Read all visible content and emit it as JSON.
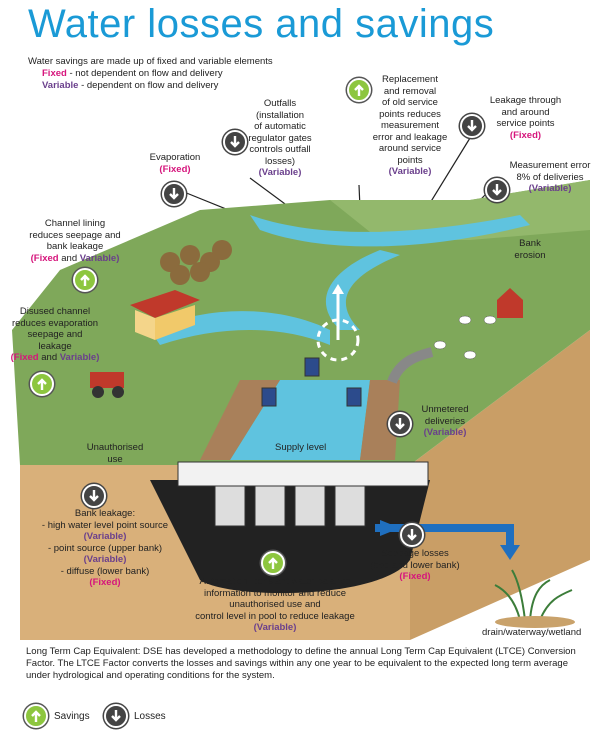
{
  "title": "Water losses and savings",
  "intro": {
    "line1": "Water savings are made up of fixed and variable elements",
    "fixed_word": "Fixed",
    "fixed_desc": " - not dependent on flow and delivery",
    "variable_word": "Variable",
    "variable_desc": " - dependent on flow and delivery"
  },
  "labels": {
    "evaporation": {
      "line1": "Evaporation",
      "tag": "(Fixed)"
    },
    "outfalls": {
      "lines": [
        "Outfalls",
        "(installation",
        "of automatic",
        "regulator gates",
        "controls outfall",
        "losses)"
      ],
      "tag": "(Variable)"
    },
    "replacement": {
      "lines": [
        "Replacement",
        "and removal",
        "of old service",
        "points reduces",
        "measurement",
        "error and leakage",
        "around service",
        "points"
      ],
      "tag": "(Variable)"
    },
    "leakage_through": {
      "lines": [
        "Leakage through",
        "and around",
        "service points"
      ],
      "tag": "(Fixed)"
    },
    "measurement_error": {
      "lines": [
        "Measurement error",
        "8% of deliveries"
      ],
      "tag": "(Variable)"
    },
    "channel_lining": {
      "lines": [
        "Channel lining",
        "reduces seepage and",
        "bank leakage"
      ],
      "tag_fixed": "(Fixed",
      "tag_and": " and ",
      "tag_variable": "Variable)"
    },
    "bank_erosion": {
      "lines": [
        "Bank",
        "erosion"
      ]
    },
    "disused_channel": {
      "lines": [
        "Disused channel",
        "reduces evaporation",
        "seepage and",
        "leakage"
      ],
      "tag_fixed": "(Fixed",
      "tag_and": " and ",
      "tag_variable": "Variable)"
    },
    "unmetered": {
      "lines": [
        "Unmetered",
        "deliveries"
      ],
      "tag": "(Variable)"
    },
    "unauthorised": {
      "lines": [
        "Unauthorised",
        "use"
      ]
    },
    "supply_level": "Supply level",
    "bank_leakage": {
      "heading": "Bank leakage:",
      "item1": "- high water level point source",
      "item1_tag": "(Variable)",
      "item2": "- point source (upper bank)",
      "item2_tag": "(Variable)",
      "item3": "- diffuse (lower bank)",
      "item3_tag": "(Fixed)"
    },
    "seepage": {
      "lines": [
        "Seepage losses",
        "(bed and lower bank)"
      ],
      "tag": "(Fixed)"
    },
    "automation": {
      "lines": [
        "Automation: constant water balance",
        "information to monitor and reduce",
        "unauthorised use and",
        "control level in pool to reduce leakage"
      ],
      "tag": "(Variable)"
    },
    "drain": "drain/waterway/wetland"
  },
  "footer": "Long Term Cap Equivalent: DSE has developed a methodology to define the annual Long Term Cap Equivalent (LTCE) Conversion Factor. The LTCE Factor converts the losses and savings within any one year to be equivalent to the expected long term average under hydrological and operating conditions for the system.",
  "legend": {
    "savings": "Savings",
    "losses": "Losses"
  },
  "colors": {
    "title": "#1a9ad6",
    "fixed": "#d6157c",
    "variable": "#6a3f8c",
    "savings_icon": "#8dc63f",
    "losses_icon": "#444444",
    "water": "#5fc3df",
    "grass": "#7fa85a",
    "soil": "#d9b07a"
  },
  "icons": {
    "savings": "arrow-up-icon",
    "losses": "arrow-down-icon"
  }
}
